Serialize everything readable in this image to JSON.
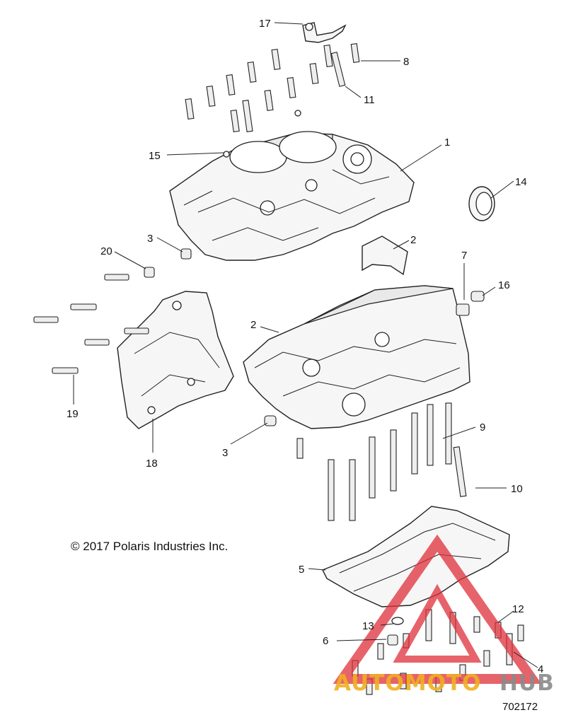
{
  "callouts": {
    "c17": "17",
    "c8": "8",
    "c11": "11",
    "c15": "15",
    "c1": "1",
    "c14": "14",
    "c3a": "3",
    "c20": "20",
    "c2a": "2",
    "c7": "7",
    "c16": "16",
    "c2b": "2",
    "c19": "19",
    "c18": "18",
    "c3b": "3",
    "c9": "9",
    "c10": "10",
    "c5": "5",
    "c12": "12",
    "c13": "13",
    "c6": "6",
    "c4": "4"
  },
  "copyright": "© 2017 Polaris Industries Inc.",
  "document_number": "702172",
  "watermark": {
    "word_part1": "AUTOMOTO",
    "word_part2": "HUB",
    "color_part1": "#f0b020",
    "color_part2": "#8a8a8a",
    "triangle_color": "#e0303a"
  }
}
